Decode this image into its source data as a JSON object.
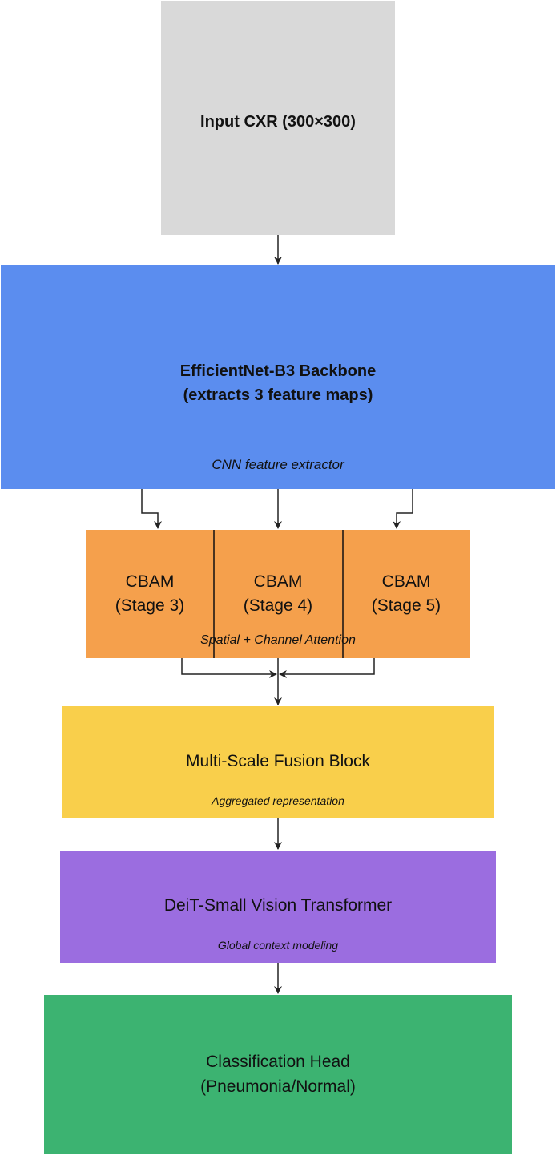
{
  "input": {
    "label": "Input CXR (300×300)"
  },
  "backbone": {
    "line1": "EfficientNet-B3 Backbone",
    "line2": "(extracts 3 feature maps)",
    "subtitle": "CNN feature extractor"
  },
  "cbam": {
    "modules": [
      {
        "name": "CBAM",
        "stage": "(Stage 3)"
      },
      {
        "name": "CBAM",
        "stage": "(Stage 4)"
      },
      {
        "name": "CBAM",
        "stage": "(Stage 5)"
      }
    ],
    "subtitle": "Spatial + Channel Attention"
  },
  "fusion": {
    "title": "Multi-Scale Fusion Block",
    "subtitle": "Aggregated representation"
  },
  "transformer": {
    "title": "DeiT-Small Vision Transformer",
    "subtitle": "Global context modeling"
  },
  "classifier": {
    "line1": "Classification Head",
    "line2": "(Pneumonia/Normal)"
  },
  "colors": {
    "input": "#d9d9d9",
    "backbone": "#5b8def",
    "cbam": "#f5a04c",
    "fusion": "#f9cf4b",
    "transformer": "#9b6de0",
    "classifier": "#3cb371",
    "connector": "#222222"
  }
}
